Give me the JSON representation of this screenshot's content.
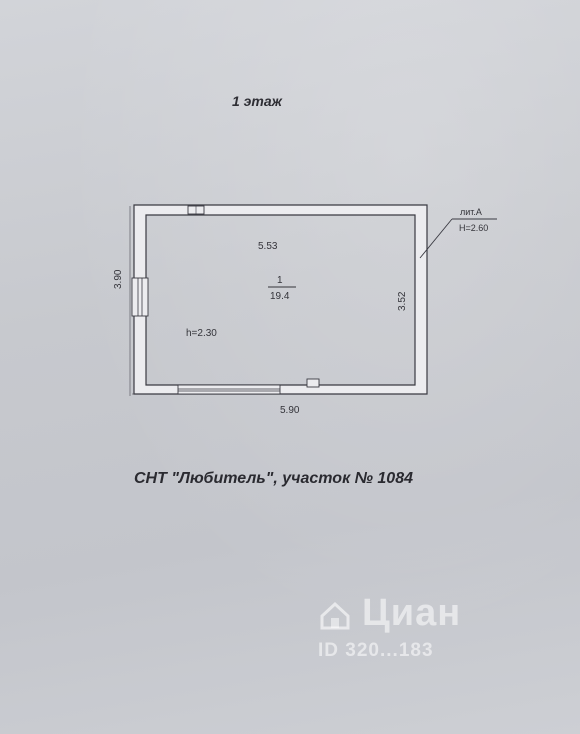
{
  "floor_title": "1 этаж",
  "plan": {
    "dimensions": {
      "inner_width": "5.53",
      "outer_width": "5.90",
      "inner_length": "3.52",
      "outer_length": "3.90"
    },
    "room": {
      "number": "1",
      "area": "19.4",
      "height": "h=2.30"
    },
    "building_label": {
      "letter": "лит.А",
      "height": "H=2.60"
    }
  },
  "caption": "СНТ \"Любитель\", участок № 1084",
  "watermark": {
    "brand": "Циан",
    "id": "ID 320...183"
  }
}
